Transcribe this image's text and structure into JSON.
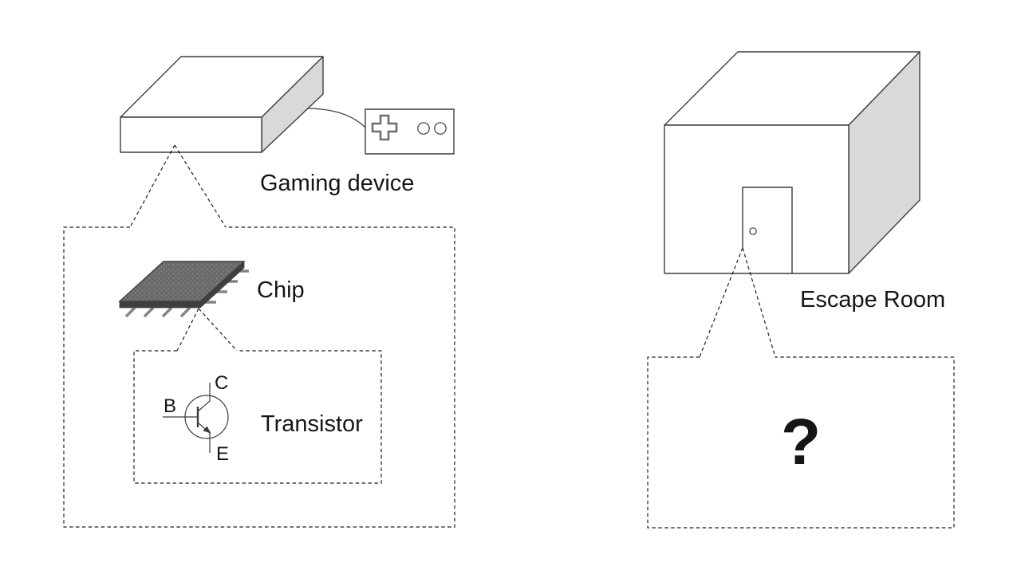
{
  "slide": {
    "left_group": {
      "device_label": "Gaming device",
      "chip_label": "Chip",
      "transistor_label": "Transistor",
      "transistor_terminals": {
        "collector": "C",
        "base": "B",
        "emitter": "E"
      }
    },
    "right_group": {
      "room_label": "Escape Room",
      "unknown_symbol": "?"
    },
    "colors": {
      "outline": "#3d3d3d",
      "dashed_line": "#1f1f1f",
      "face_light": "#ffffff",
      "face_shade": "#d9d9d9",
      "chip_top": "#6a6a6a",
      "chip_side": "#3f3f3f",
      "chip_pin": "#848484",
      "dpad_outline": "#6e6e6e",
      "text": "#161616"
    }
  }
}
